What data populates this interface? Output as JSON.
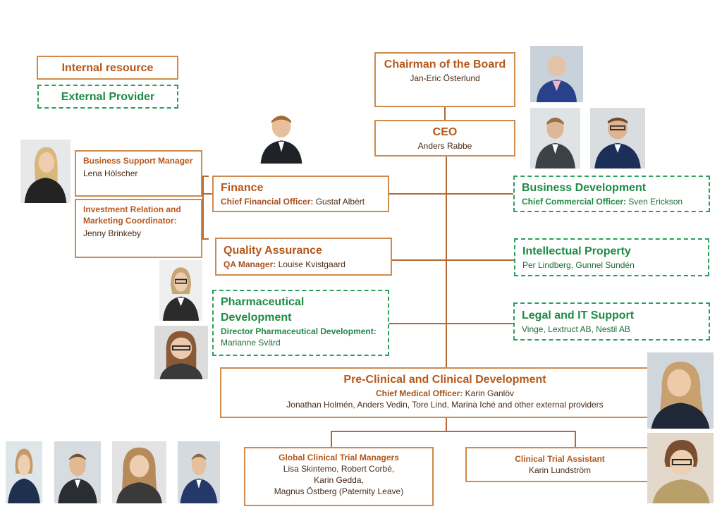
{
  "legend": {
    "internal": "Internal resource",
    "external": "External Provider"
  },
  "chairman": {
    "title": "Chairman of the Board",
    "name": "Jan-Eric Österlund"
  },
  "ceo": {
    "title": "CEO",
    "name": "Anders Rabbe"
  },
  "business_support": {
    "title": "Business Support Manager",
    "name": "Lena Hölscher"
  },
  "investment_relation": {
    "title": "Investment Relation and Marketing Coordinator:",
    "name": "Jenny Brinkeby"
  },
  "finance": {
    "title": "Finance",
    "role": "Chief Financial Officer:",
    "name": "Gustaf Albèrt"
  },
  "quality": {
    "title": "Quality Assurance",
    "role": "QA Manager:",
    "name": "Louise Kvistgaard"
  },
  "pharma": {
    "title": "Pharmaceutical Development",
    "role": "Director Pharmaceutical Development:",
    "name": "Marianne Svärd"
  },
  "business_dev": {
    "title": "Business Development",
    "role": "Chief Commercial Officer:",
    "name": "Sven Erickson"
  },
  "ip": {
    "title": "Intellectual Property",
    "names": "Per Lindberg, Gunnel Sundén"
  },
  "legal": {
    "title": "Legal and IT Support",
    "names": "Vinge, Lextruct AB, Nestil AB"
  },
  "preclinical": {
    "title": "Pre-Clinical and Clinical Development",
    "role": "Chief Medical Officer:",
    "name": "Karin Ganlöv",
    "others": "Jonathan Holmén, Anders Vedin, Tore Lind, Marina Iché and other external providers"
  },
  "gctm": {
    "title": "Global Clinical Trial Managers",
    "line1": "Lisa Skintemo, Robert Corbé,",
    "line2": "Karin Gedda,",
    "line3": "Magnus Östberg (Paternity Leave)"
  },
  "cta": {
    "title": "Clinical Trial Assistant",
    "name": "Karin Lundström"
  },
  "colors": {
    "internal_border": "#cf8a4d",
    "external_border": "#2aa05a",
    "title_orange": "#b5581c",
    "title_green": "#1f8a45"
  },
  "icons": {
    "portrait": "person-photo-icon"
  }
}
